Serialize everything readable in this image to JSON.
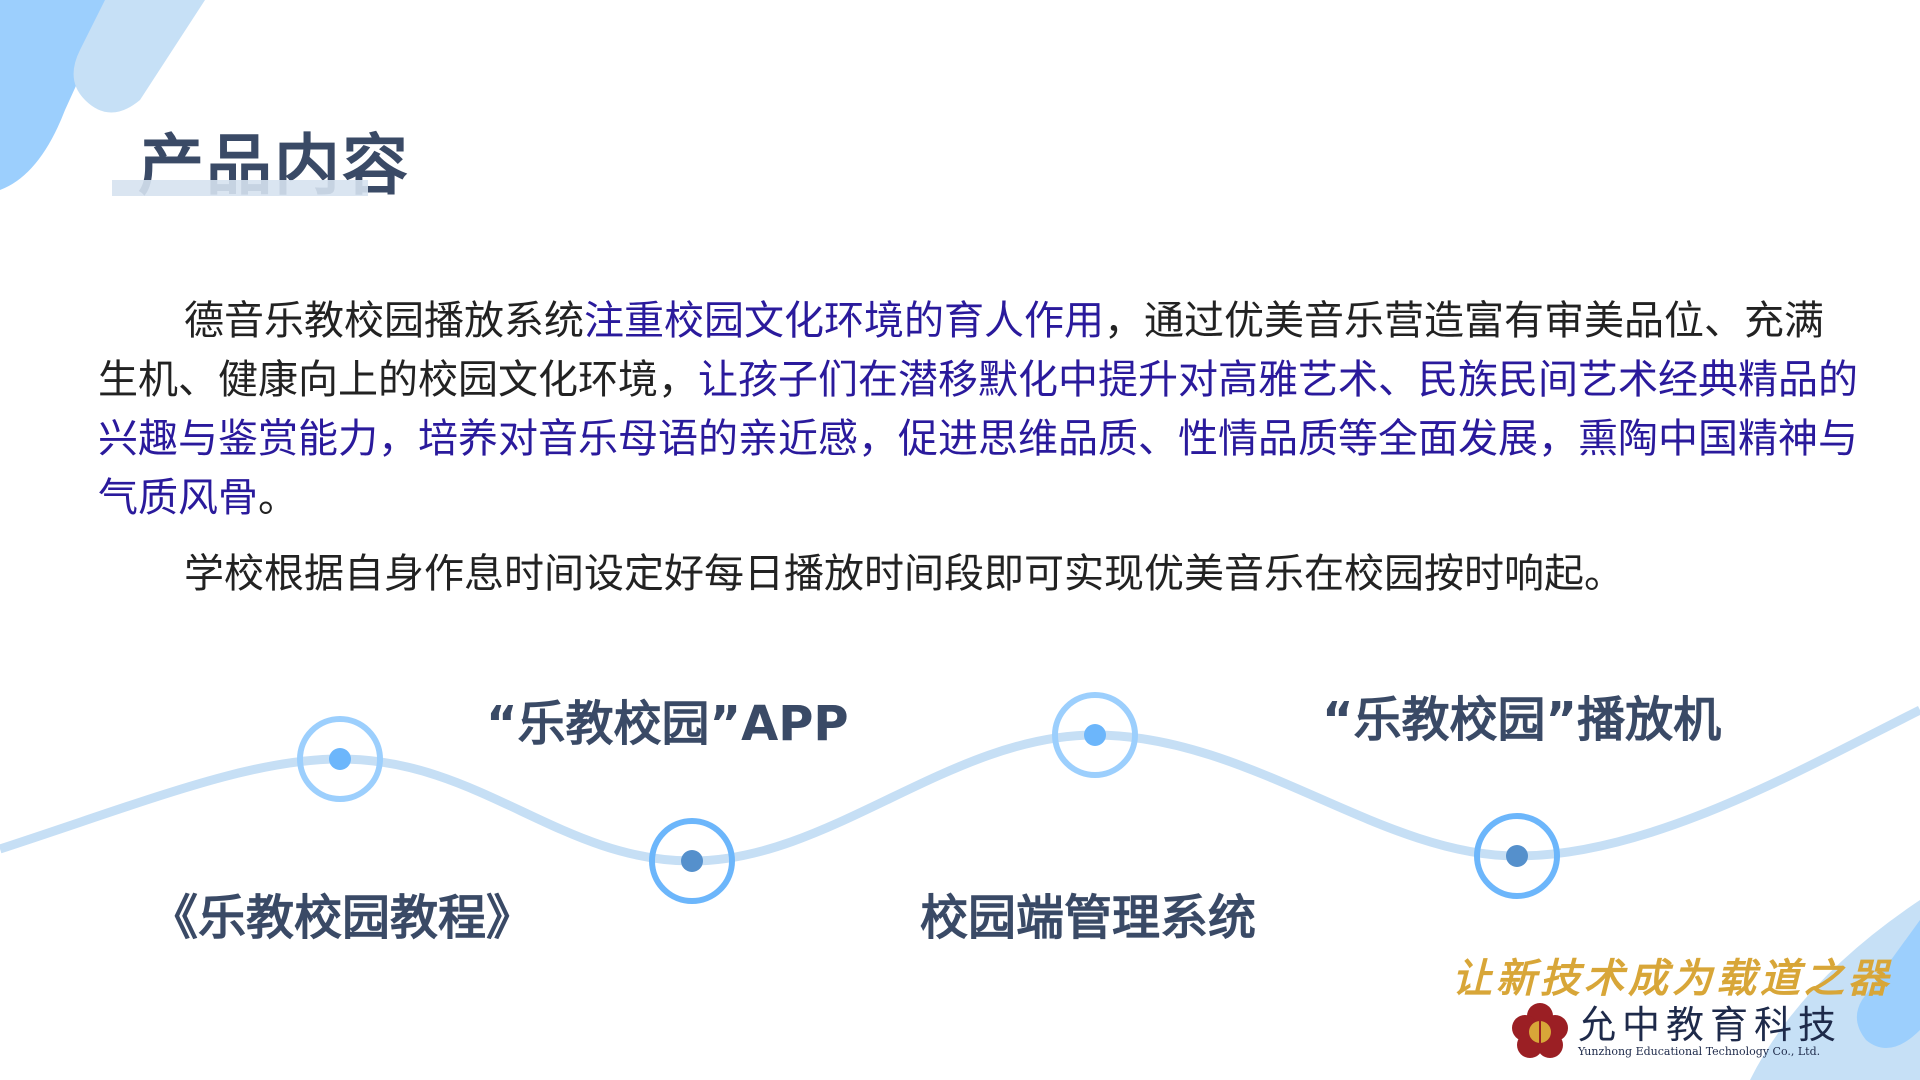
{
  "header": {
    "title": "产品内容"
  },
  "body": {
    "p1_a": "德音乐教校园播放系统",
    "p1_b": "注重校园文化环境的育人作用",
    "p1_c": "，通过优美音乐营造富有审美品位、充满生机、健康向上的校园文化环境，",
    "p1_d": "让孩子们在潜移默化中提升对高雅艺术、民族民间艺术经典精品的兴趣与鉴赏能力，培养对音乐母语的亲近感，促进思维品质、性情品质等全面发展，熏陶中国精神与气质风骨",
    "p1_e": "。",
    "p2": "学校根据自身作息时间设定好每日播放时间段即可实现优美音乐在校园按时响起。"
  },
  "timeline": {
    "items": [
      {
        "label": "《乐教校园教程》"
      },
      {
        "label": "“乐教校园”APP"
      },
      {
        "label": "校园端管理系统"
      },
      {
        "label": "“乐教校园”播放机"
      }
    ]
  },
  "footer": {
    "slogan": "让新技术成为载道之器",
    "company_cn": "允中教育科技",
    "company_en": "Yunzhong Educational Technology Co., Ltd."
  },
  "colors": {
    "title": "#3a4a66",
    "highlight": "#2a1a9c",
    "wave": "#c6dff5",
    "ring": "#8cc4fb",
    "accent": "#d8a638"
  }
}
